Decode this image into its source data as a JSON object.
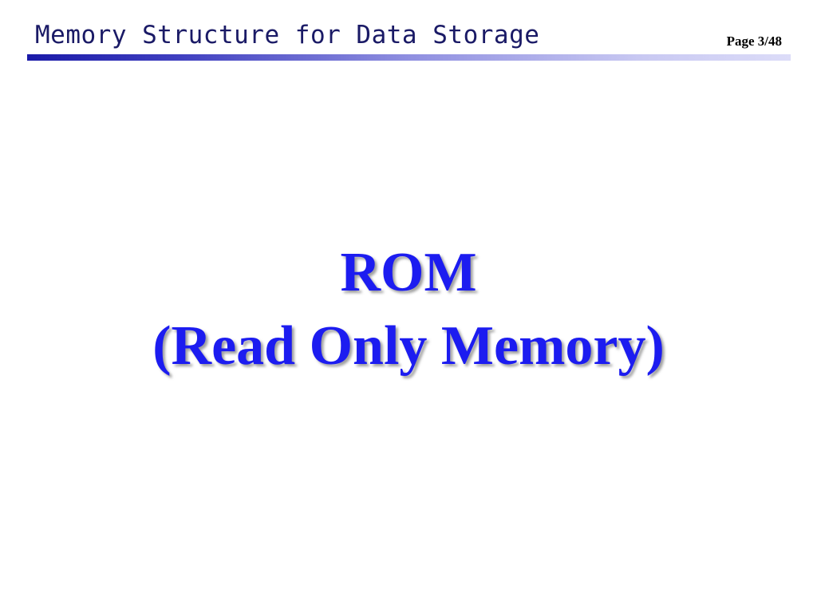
{
  "header": {
    "title": "Memory Structure for Data Storage",
    "page_number": "Page 3/48"
  },
  "content": {
    "heading_line1": "ROM",
    "heading_line2": "(Read Only Memory)"
  },
  "colors": {
    "title_text": "#1a1a66",
    "heading_text": "#1c1cf0",
    "rule_start": "#1a1aa8",
    "rule_end": "#dcdcf8"
  }
}
